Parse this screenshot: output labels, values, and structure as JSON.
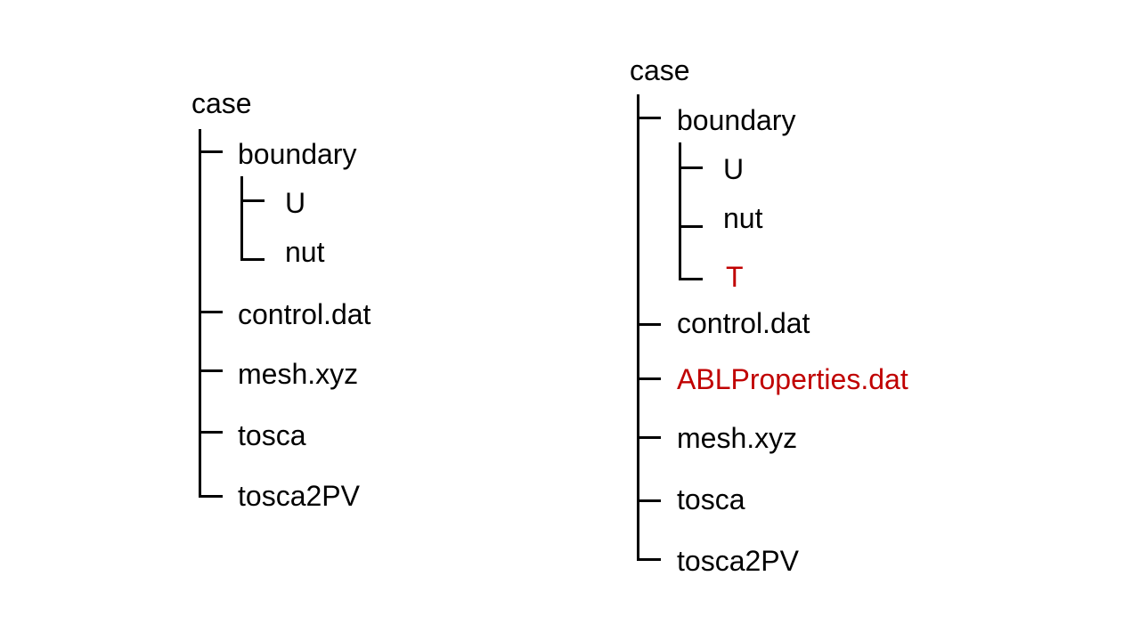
{
  "left_tree": {
    "root": "case",
    "items": {
      "boundary": "boundary",
      "boundary_children": [
        "U",
        "nut"
      ],
      "control": "control.dat",
      "mesh": "mesh.xyz",
      "tosca": "tosca",
      "tosca2pv": "tosca2PV"
    }
  },
  "right_tree": {
    "root": "case",
    "items": {
      "boundary": "boundary",
      "boundary_children": [
        "U",
        "nut",
        "T"
      ],
      "control": "control.dat",
      "abl": "ABLProperties.dat",
      "mesh": "mesh.xyz",
      "tosca": "tosca",
      "tosca2pv": "tosca2PV"
    }
  },
  "colors": {
    "text_default": "#000000",
    "text_highlight": "#c00000",
    "line": "#000000",
    "background": "#ffffff"
  }
}
